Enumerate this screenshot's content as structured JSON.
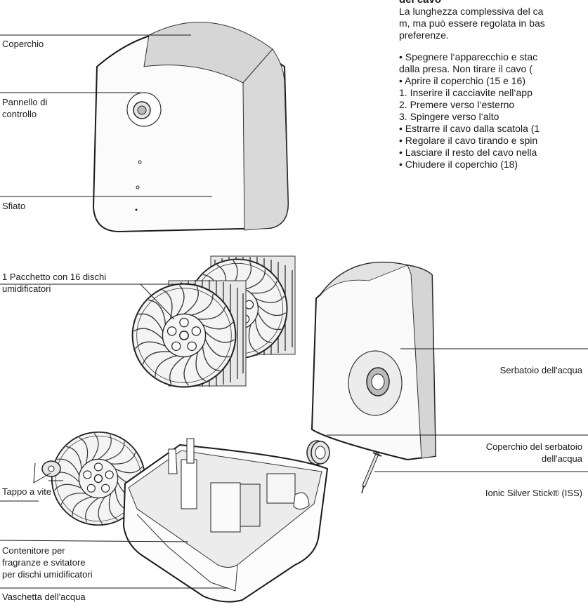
{
  "labels": {
    "coperchio": "Coperchio",
    "pannello_1": "Pannello di",
    "pannello_2": "controllo",
    "sfiato": "Sfiato",
    "pacchetto_1": "1 Pacchetto con 16 dischi",
    "pacchetto_2": "umidificatori",
    "tappo": "Tappo a vite",
    "contenitore_1": "Contenitore per",
    "contenitore_2": "fragranze e svitatore",
    "contenitore_3": "per dischi umidificatori",
    "vaschetta": "Vaschetta dell'acqua",
    "serbatoio": "Serbatoio dell'acqua",
    "coperchio_serbatoio_1": "Coperchio del serbatoio",
    "coperchio_serbatoio_2": "dell'acqua",
    "ionic": "Ionic Silver Stick® (ISS)"
  },
  "instructions": {
    "heading": "del cavo",
    "para_1": "La lunghezza complessiva del ca",
    "para_2": "m, ma può essere regolata in bas",
    "para_3": "preferenze.",
    "items": [
      "•  Spegnere l‘apparecchio e stac",
      "    dalla presa. Non tirare il cavo (",
      "•  Aprire il coperchio (15 e 16)",
      "  1.  Inserire il cacciavite nell‘app",
      "  2.  Premere verso l‘esterno",
      "  3.  Spingere verso l‘alto",
      "•  Estrarre il cavo dalla scatola (1",
      "•  Regolare il cavo tirando e spin",
      "•  Lasciare il resto del cavo nella",
      "•  Chiudere il coperchio (18)"
    ]
  }
}
